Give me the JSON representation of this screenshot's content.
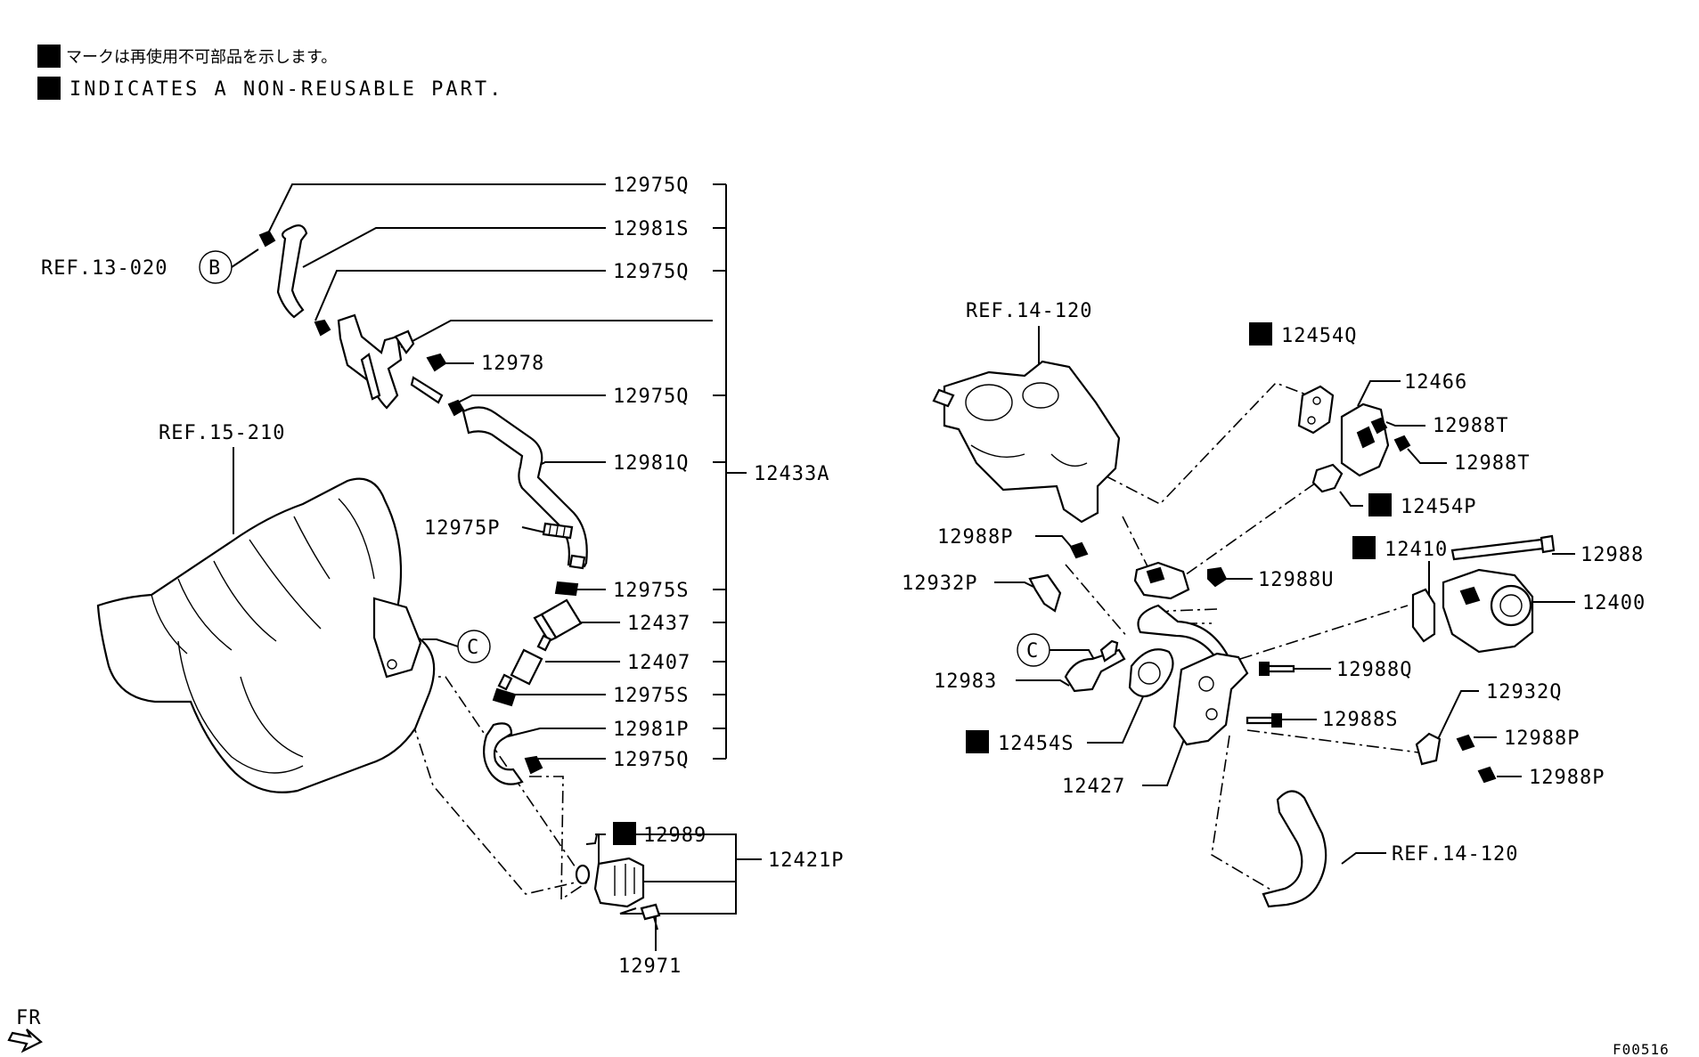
{
  "notes": {
    "badge_letter": "N",
    "jp": "マークは再使用不可部品を示します。",
    "en": "INDICATES A NON-REUSABLE PART."
  },
  "refs": {
    "ref_13_020": "REF.13-020",
    "callout_b": "B",
    "ref_15_210": "REF.15-210",
    "callout_c_left": "C",
    "ref_14_120_top": "REF.14-120",
    "callout_c_right": "C",
    "ref_14_120_bottom": "REF.14-120"
  },
  "left_parts": {
    "p12975q_1": "12975Q",
    "p12981s": "12981S",
    "p12975q_2": "12975Q",
    "p12978": "12978",
    "p12975q_3": "12975Q",
    "p12981q": "12981Q",
    "p12433a": "12433A",
    "p12975p": "12975P",
    "p12975s_1": "12975S",
    "p12437": "12437",
    "p12407": "12407",
    "p12975s_2": "12975S",
    "p12981p": "12981P",
    "p12975q_4": "12975Q",
    "p12989": "12989",
    "p12421p": "12421P",
    "p12971": "12971"
  },
  "right_parts": {
    "p12454q": "12454Q",
    "p12466": "12466",
    "p12988t_1": "12988T",
    "p12988t_2": "12988T",
    "p12454p": "12454P",
    "p12410": "12410",
    "p12988": "12988",
    "p12988p_1": "12988P",
    "p12932p": "12932P",
    "p12988u": "12988U",
    "p12400": "12400",
    "p12983": "12983",
    "p12988q": "12988Q",
    "p12932q": "12932Q",
    "p12454s": "12454S",
    "p12988s": "12988S",
    "p12988p_2": "12988P",
    "p12427": "12427",
    "p12988p_3": "12988P"
  },
  "footer": {
    "fr": "FR",
    "code": "F00516"
  }
}
